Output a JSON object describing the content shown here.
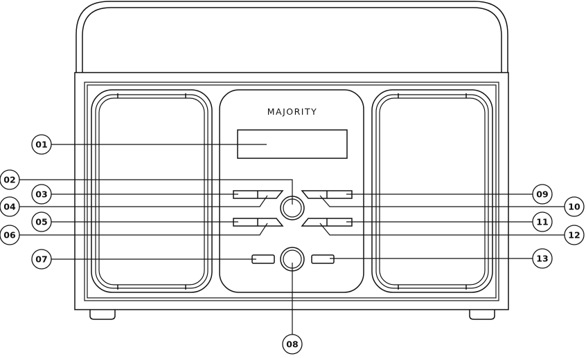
{
  "brand": {
    "label": "MAJORITY"
  },
  "callouts": [
    {
      "id": "c01",
      "num": "01",
      "part": "display"
    },
    {
      "id": "c02",
      "num": "02",
      "part": "left-knob"
    },
    {
      "id": "c03",
      "num": "03",
      "part": "left-upper-button"
    },
    {
      "id": "c04",
      "num": "04",
      "part": "left-upper-slant-button"
    },
    {
      "id": "c05",
      "num": "05",
      "part": "left-lower-button"
    },
    {
      "id": "c06",
      "num": "06",
      "part": "left-lower-slant-button"
    },
    {
      "id": "c07",
      "num": "07",
      "part": "left-bottom-button"
    },
    {
      "id": "c08",
      "num": "08",
      "part": "bottom-knob"
    },
    {
      "id": "c09",
      "num": "09",
      "part": "right-upper-button"
    },
    {
      "id": "c10",
      "num": "10",
      "part": "right-upper-slant-button"
    },
    {
      "id": "c11",
      "num": "11",
      "part": "right-lower-button"
    },
    {
      "id": "c12",
      "num": "12",
      "part": "right-lower-slant-button"
    },
    {
      "id": "c13",
      "num": "13",
      "part": "right-bottom-button"
    }
  ]
}
